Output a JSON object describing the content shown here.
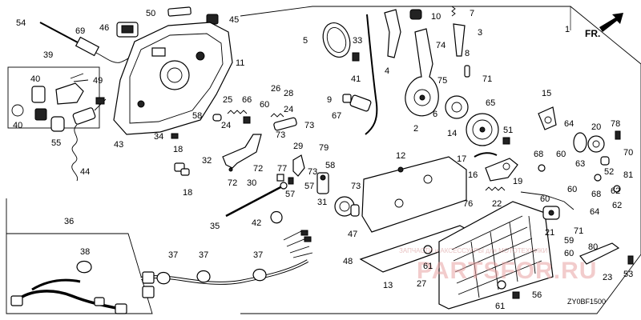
{
  "diagram": {
    "direction_label": "FR.",
    "figure_code": "ZY0BF1500",
    "watermark": {
      "brand": "PARTSFOR.RU",
      "tagline": "ЗАПЧАСТИ и АКСЕССУАРЫ для МОТОТЕХНИКИ"
    },
    "callouts": {
      "c1": "1",
      "c2": "2",
      "c3": "3",
      "c4": "4",
      "c5": "5",
      "c6": "6",
      "c7": "7",
      "c8": "8",
      "c9": "9",
      "c10": "10",
      "c11": "11",
      "c12": "12",
      "c13": "13",
      "c14": "14",
      "c15": "15",
      "c16": "16",
      "c17": "17",
      "c18a": "18",
      "c18b": "18",
      "c19": "19",
      "c20": "20",
      "c21": "21",
      "c22": "22",
      "c23": "23",
      "c24a": "24",
      "c24b": "24",
      "c25": "25",
      "c26": "26",
      "c27": "27",
      "c28": "28",
      "c29": "29",
      "c30": "30",
      "c31": "31",
      "c32": "32",
      "c33": "33",
      "c34": "34",
      "c35": "35",
      "c36": "36",
      "c37a": "37",
      "c37b": "37",
      "c37c": "37",
      "c38": "38",
      "c39": "39",
      "c40a": "40",
      "c40b": "40",
      "c41": "41",
      "c42": "42",
      "c43": "43",
      "c44": "44",
      "c45": "45",
      "c46": "46",
      "c47": "47",
      "c48": "48",
      "c49": "49",
      "c50": "50",
      "c51": "51",
      "c52": "52",
      "c53": "53",
      "c54": "54",
      "c55": "55",
      "c56": "56",
      "c57a": "57",
      "c57b": "57",
      "c58a": "58",
      "c58b": "58",
      "c59": "59",
      "c60a": "60",
      "c60b": "60",
      "c60c": "60",
      "c60d": "60",
      "c60e": "60",
      "c61a": "61",
      "c61b": "61",
      "c62a": "62",
      "c62b": "62",
      "c63": "63",
      "c64a": "64",
      "c64b": "64",
      "c65": "65",
      "c66": "66",
      "c67": "67",
      "c68a": "68",
      "c68b": "68",
      "c69": "69",
      "c70": "70",
      "c71a": "71",
      "c71b": "71",
      "c72a": "72",
      "c72b": "72",
      "c73a": "73",
      "c73b": "73",
      "c73c": "73",
      "c73d": "73",
      "c74": "74",
      "c75": "75",
      "c76": "76",
      "c77": "77",
      "c78": "78",
      "c79": "79",
      "c80": "80",
      "c81": "81"
    }
  }
}
